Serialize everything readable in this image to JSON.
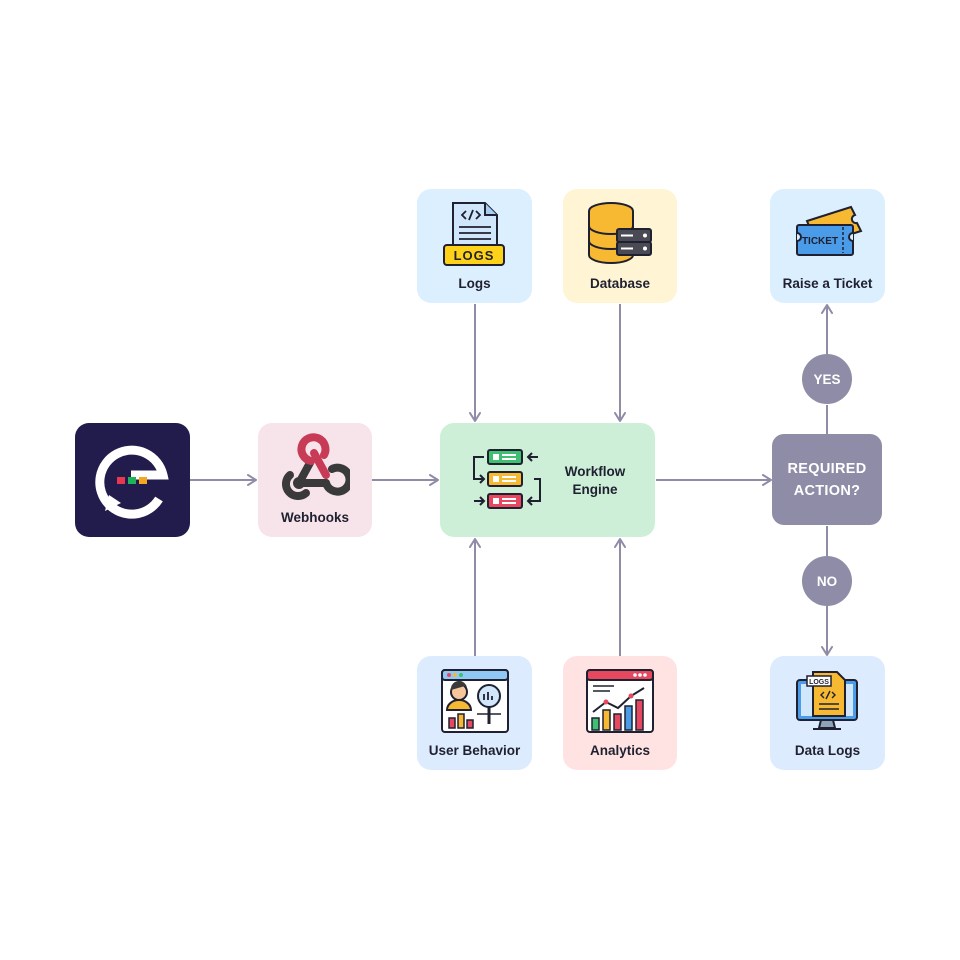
{
  "nodes": {
    "logs": "Logs",
    "database": "Database",
    "raise_ticket": "Raise a Ticket",
    "webhooks": "Webhooks",
    "workflow_line1": "Workflow",
    "workflow_line2": "Engine",
    "decision_line1": "REQUIRED",
    "decision_line2": "ACTION?",
    "user_behavior": "User Behavior",
    "analytics": "Analytics",
    "data_logs": "Data Logs"
  },
  "branches": {
    "yes": "YES",
    "no": "NO"
  },
  "icon_text": {
    "logs_badge": "LOGS",
    "ticket": "TICKET",
    "data_logs_badge": "LOGS"
  },
  "colors": {
    "app_tile": "#211c4c",
    "webhooks_bg": "#f7e3ea",
    "workflow_bg": "#cdefd8",
    "logs_bg": "#dcefff",
    "database_bg": "#fff5d4",
    "ticket_bg": "#dcefff",
    "user_behavior_bg": "#dcebfd",
    "analytics_bg": "#ffe3e3",
    "data_logs_bg": "#dcebfd",
    "decision": "#8e8ca6",
    "connector": "#8e8ca6"
  }
}
